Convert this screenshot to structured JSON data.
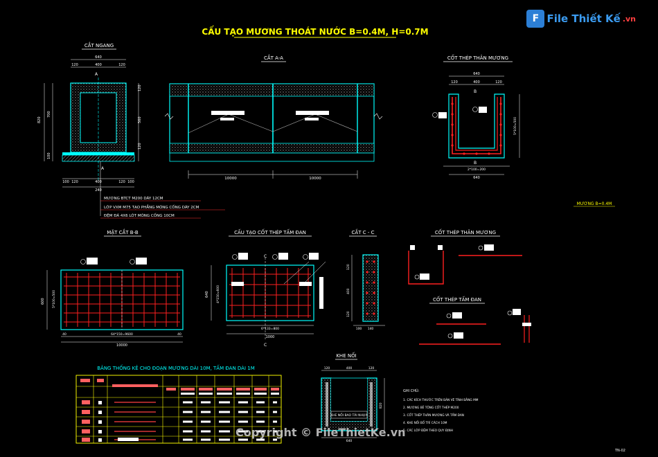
{
  "title": "CẤU TẠO MƯƠNG THOÁT NƯỚC B=0.4M, H=0.7M",
  "watermark": {
    "brand": "File Thiết Kế",
    "suffix": ".vn",
    "copyright": "Copyright © FileThietKe.vn"
  },
  "sections": {
    "cross": "CẮT NGANG",
    "aa": "CẮT A-A",
    "wall_rebar": "CỐT THÉP THÂN MƯƠNG",
    "bb": "MẶT CẮT B-B",
    "slab_rebar_detail": "CẤU TẠO CỐT THÉP TẤM ĐAN",
    "cc": "CẮT C - C",
    "wall_rebar2": "CỐT THÉP THÂN MƯƠNG",
    "slab_rebar": "CỐT THÉP TẤM ĐAN",
    "joint": "KHE NỐI",
    "table_title": "BẢNG THỐNG KÊ CHO ĐOẠN MƯƠNG DÀI 10M, TẤM ĐAN DÀI 1M",
    "side_note": "MƯƠNG B=0.4M",
    "page_no": "TN-02"
  },
  "dims": {
    "w640": "640",
    "d120": "120",
    "d400": "400",
    "d100": "100",
    "d240": "240",
    "d10000": "10000",
    "d1000": "1000",
    "d40": "40",
    "d4": "4",
    "A": "A",
    "B": "B",
    "C": "C"
  },
  "layers": [
    "MƯƠNG BTCT M200 DÀY 12CM",
    "LỚP VXM M75 TẠO PHẲNG MÓNG CỐNG DÀY 2CM",
    "ĐỆM ĐÁ 4X6 LÓT MÓNG CỐNG 10CM"
  ],
  "notes": {
    "heading": "GHI CHÚ:",
    "items": [
      "1. CÁC KÍCH THƯỚC TRÊN BẢN VẼ TÍNH BẰNG MM",
      "2. MƯƠNG BÊ TÔNG CỐT THÉP M200",
      "3. CỐT THÉP THÂN MƯƠNG VÀ TẤM ĐAN",
      "4. KHE NỐI BỐ TRÍ CÁCH 10M",
      "5. CÁC LỚP ĐỆM THEO QUY ĐỊNH"
    ]
  },
  "colors": {
    "structure": "#00ffff",
    "dims": "#ffffff",
    "titles": "#ffff00",
    "rebar": "#ff2020",
    "hatch": "#b0b0b0",
    "table_grid": "#ffff00",
    "table_cell": "#ff6060",
    "magenta": "#ff00ff"
  }
}
